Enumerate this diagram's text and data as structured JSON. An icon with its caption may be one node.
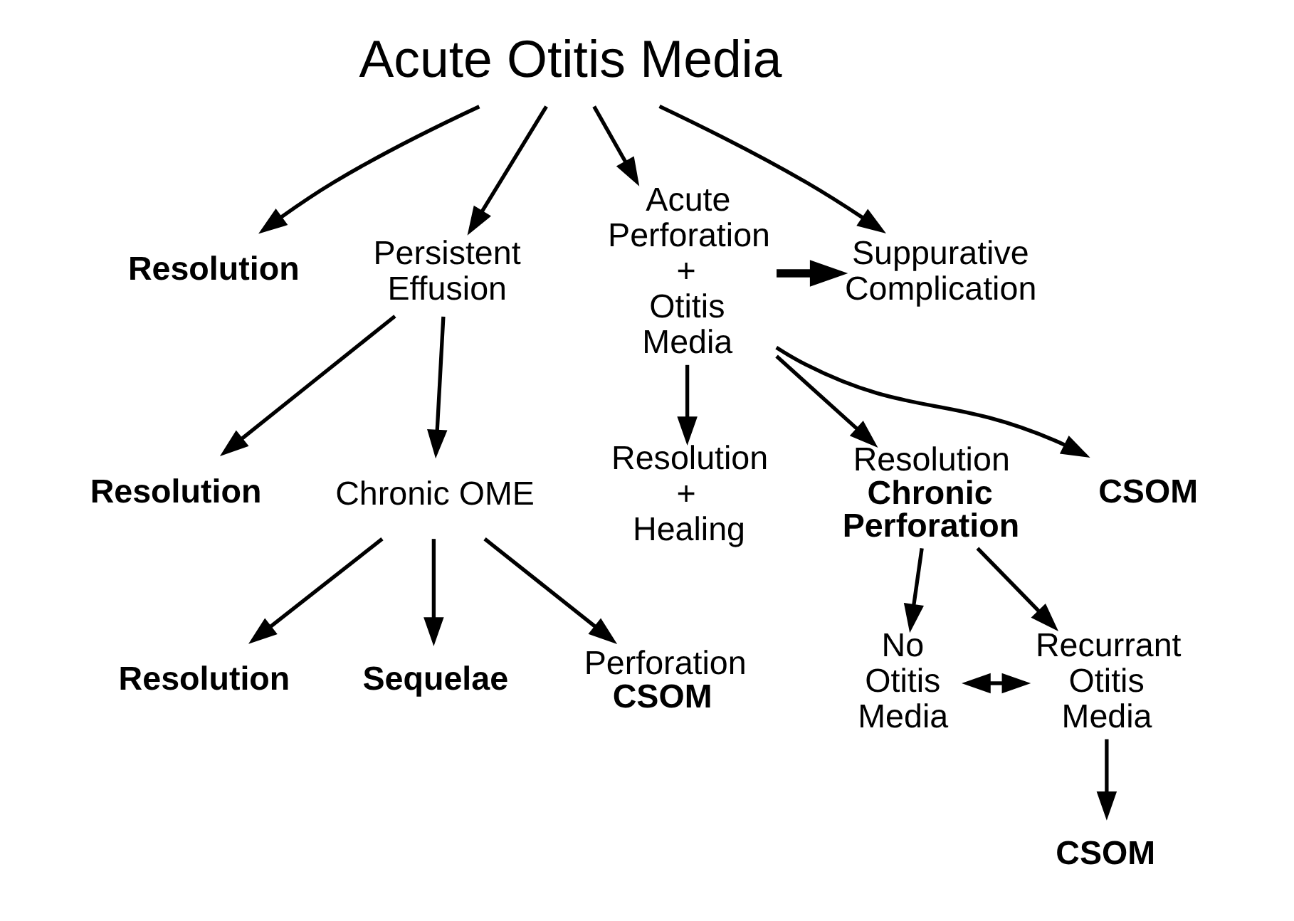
{
  "diagram": {
    "nodes": [
      {
        "text": [
          "Acute Otitis Media"
        ]
      },
      {
        "text": [
          "Resolution"
        ]
      },
      {
        "text": [
          "Persistent Effusion"
        ]
      },
      {
        "text": [
          "Acute Perforation + Otitis Media"
        ]
      },
      {
        "text": [
          "Suppurative Complication"
        ]
      },
      {
        "text": [
          "Resolution"
        ]
      },
      {
        "text": [
          "Chronic OME"
        ]
      },
      {
        "text": [
          "Resolution + Healing"
        ]
      },
      {
        "text": [
          "Resolution",
          "Chronic Perforation"
        ]
      },
      {
        "text": [
          "CSOM"
        ]
      },
      {
        "text": [
          "Resolution"
        ]
      },
      {
        "text": [
          "Sequelae"
        ]
      },
      {
        "text": [
          "Perforation",
          "CSOM"
        ]
      },
      {
        "text": [
          "No Otitis Media"
        ]
      },
      {
        "text": [
          "Recurrant Otitis Media"
        ]
      },
      {
        "text": [
          "CSOM"
        ]
      }
    ],
    "edges": [
      {
        "from": 0,
        "to": 1,
        "arrow": "to"
      },
      {
        "from": 0,
        "to": 2,
        "arrow": "to"
      },
      {
        "from": 0,
        "to": 3,
        "arrow": "to"
      },
      {
        "from": 0,
        "to": 4,
        "arrow": "to"
      },
      {
        "from": 3,
        "to": 4,
        "arrow": "to",
        "style": "thick"
      },
      {
        "from": 2,
        "to": 5,
        "arrow": "to"
      },
      {
        "from": 2,
        "to": 6,
        "arrow": "to"
      },
      {
        "from": 3,
        "to": 7,
        "arrow": "to"
      },
      {
        "from": 3,
        "to": 8,
        "arrow": "to"
      },
      {
        "from": 3,
        "to": 9,
        "arrow": "to"
      },
      {
        "from": 6,
        "to": 10,
        "arrow": "to"
      },
      {
        "from": 6,
        "to": 11,
        "arrow": "to"
      },
      {
        "from": 6,
        "to": 12,
        "arrow": "to"
      },
      {
        "from": 8,
        "to": 13,
        "arrow": "to"
      },
      {
        "from": 8,
        "to": 14,
        "arrow": "to"
      },
      {
        "from": 13,
        "to": 14,
        "arrow": "both"
      },
      {
        "from": 14,
        "to": 15,
        "arrow": "to"
      }
    ]
  }
}
